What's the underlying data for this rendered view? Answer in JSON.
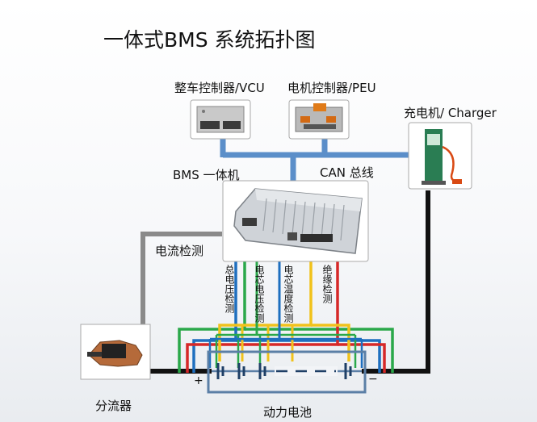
{
  "title": "一体式BMS 系统拓扑图",
  "labels": {
    "vcu": "整车控制器/VCU",
    "peu": "电机控制器/PEU",
    "charger": "充电机/ Charger",
    "bms": "BMS  一体机",
    "can_bus": "CAN 总线",
    "current_detect": "电流检测",
    "shunt": "分流器",
    "battery": "动力电池",
    "plus": "+",
    "minus": "−"
  },
  "signal_labels": {
    "total_voltage": "总电压检测",
    "cell_voltage": "电芯电压检测",
    "cell_temp": "电芯温度检测",
    "insulation": "绝缘检测"
  },
  "colors": {
    "can_bus": "#5b8ec9",
    "total_voltage": "#1e6fbf",
    "cell_voltage": "#2aa84a",
    "cell_temp": "#f1c21b",
    "insulation": "#d62828",
    "current": "#8a8a8a",
    "power": "#111111",
    "battery_frame": "#5b7fa6"
  }
}
